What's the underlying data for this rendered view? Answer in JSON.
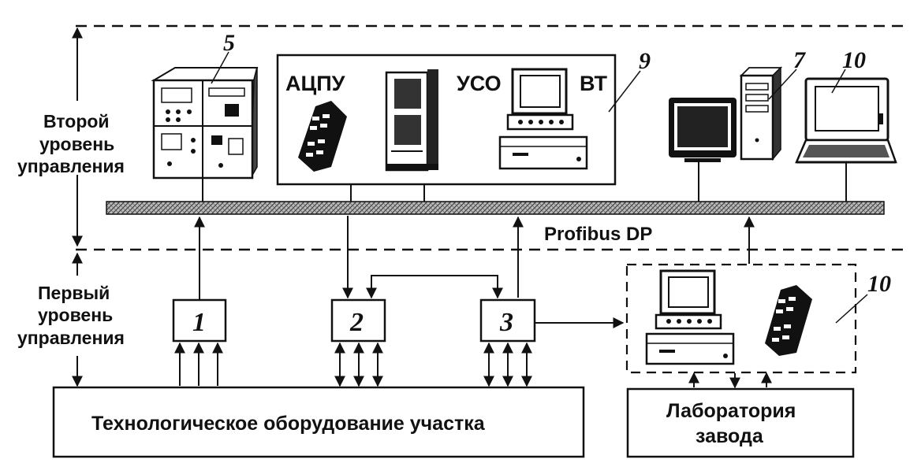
{
  "levels": {
    "second_line1": "Второй",
    "second_line2": "уровень",
    "second_line3": "управления",
    "first_line1": "Первый",
    "first_line2": "уровень",
    "first_line3": "управления"
  },
  "bus_label": "Profibus DP",
  "group9": {
    "label_acpu": "АЦПУ",
    "label_uso": "УСО",
    "label_vt": "ВТ",
    "number": "9"
  },
  "callouts": {
    "n5": "5",
    "n7": "7",
    "n10_top": "10",
    "n10_bottom": "10"
  },
  "controllers": {
    "c1": "1",
    "c2": "2",
    "c3": "3"
  },
  "equipment_label": "Технологическое оборудование участка",
  "lab_line1": "Лаборатория",
  "lab_line2": "завода",
  "icons": [
    "rack-cabinet-icon",
    "handheld-terminal-icon",
    "cabinet-icon",
    "terminal-computer-icon",
    "monitor-icon",
    "tower-pc-icon",
    "laptop-icon"
  ]
}
